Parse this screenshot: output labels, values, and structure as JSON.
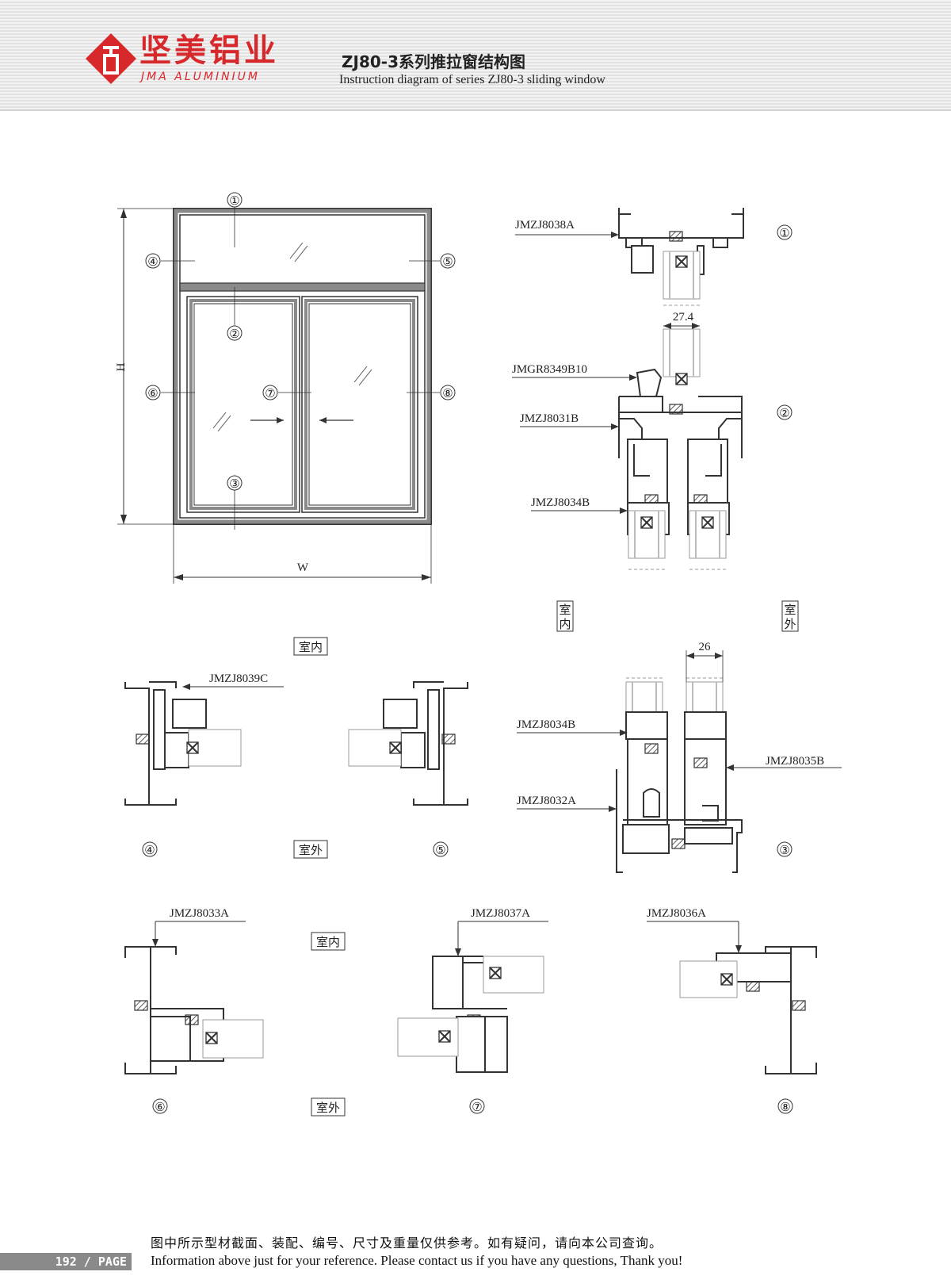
{
  "brand": {
    "name_cn": "坚美铝业",
    "name_en": "JMA ALUMINIUM",
    "logo_color": "#d7282c"
  },
  "document": {
    "title_cn": "ZJ80-3系列推拉窗结构图",
    "title_en": "Instruction diagram of series ZJ80-3 sliding window"
  },
  "elevation": {
    "height_label": "H",
    "width_label": "W",
    "markers": [
      "①",
      "②",
      "③",
      "④",
      "⑤",
      "⑥",
      "⑦",
      "⑧"
    ]
  },
  "sections": {
    "s1": {
      "marker": "①",
      "parts": [
        "JMZJ8038A"
      ]
    },
    "s2": {
      "marker": "②",
      "parts": [
        "JMGR8349B10",
        "JMZJ8031B",
        "JMZJ8034B"
      ],
      "dimension": "27.4"
    },
    "s3": {
      "marker": "③",
      "parts": [
        "JMZJ8034B",
        "JMZJ8035B",
        "JMZJ8032A"
      ],
      "dimension": "26"
    },
    "s4": {
      "marker": "④",
      "parts": [
        "JMZJ8039C"
      ]
    },
    "s5": {
      "marker": "⑤"
    },
    "s6": {
      "marker": "⑥",
      "parts": [
        "JMZJ8033A"
      ]
    },
    "s7": {
      "marker": "⑦",
      "parts": [
        "JMZJ8037A"
      ]
    },
    "s8": {
      "marker": "⑧",
      "parts": [
        "JMZJ8036A"
      ]
    }
  },
  "labels": {
    "indoor": "室内",
    "outdoor": "室外",
    "indoor_v": [
      "室",
      "内"
    ],
    "outdoor_v": [
      "室",
      "外"
    ]
  },
  "footer": {
    "note_cn": "图中所示型材截面、装配、编号、尺寸及重量仅供参考。如有疑问，请向本公司查询。",
    "note_en": "Information above just for your reference. Please contact us if you have any questions, Thank you!",
    "page": "192 / PAGE"
  }
}
